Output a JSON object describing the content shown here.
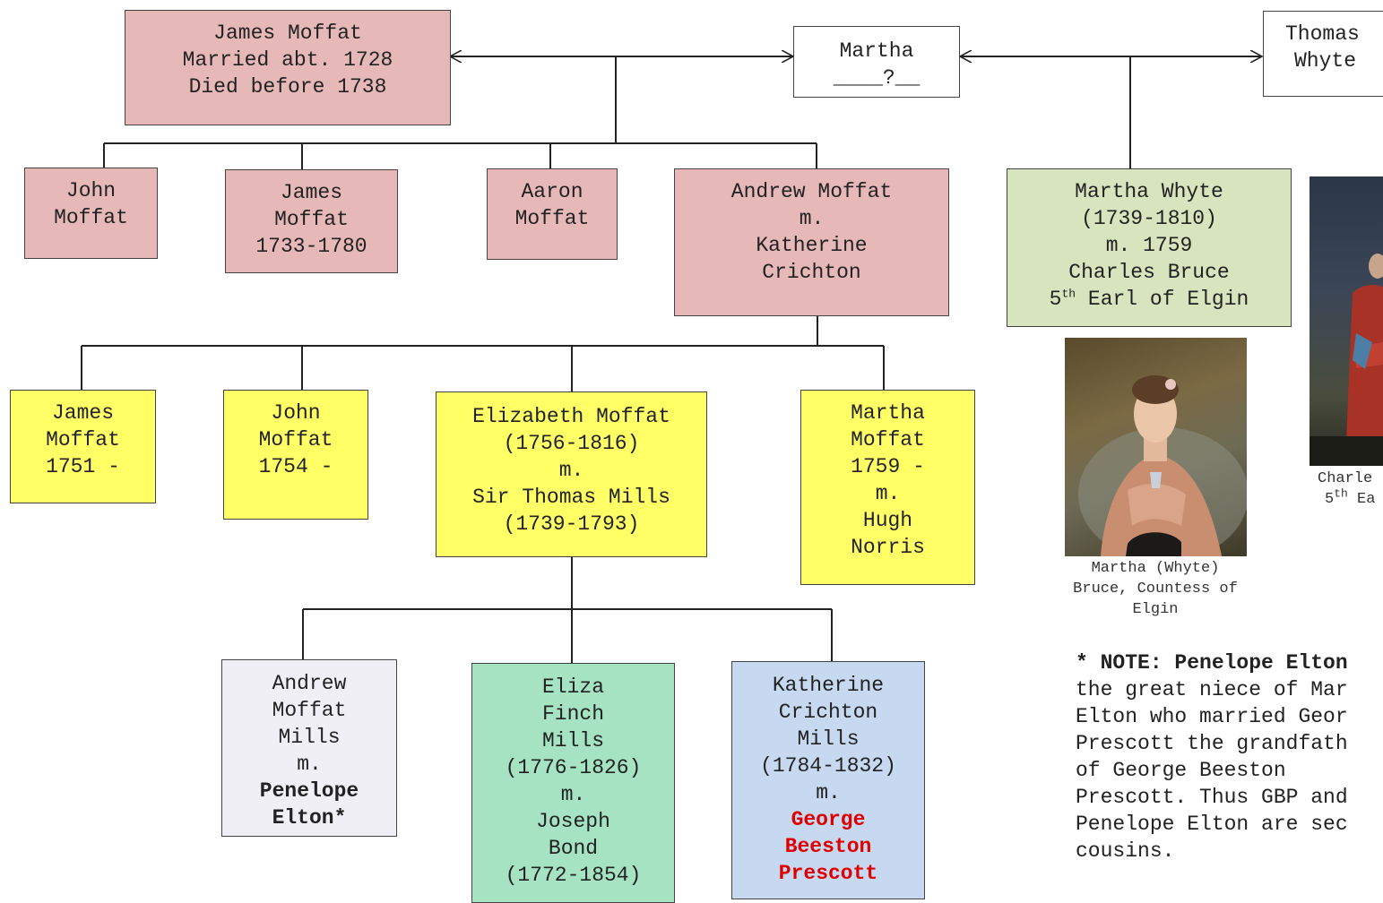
{
  "top": {
    "james_moffat_sr": [
      "James Moffat",
      "Married abt. 1728",
      "Died before 1738"
    ],
    "martha": [
      "Martha",
      "____?__"
    ],
    "thomas_whyte": [
      "Thomas",
      "Whyte"
    ]
  },
  "gen2": {
    "john_moffat": [
      "John",
      "Moffat"
    ],
    "james_moffat": [
      "James",
      "Moffat",
      "1733-1780"
    ],
    "aaron_moffat": [
      "Aaron",
      "Moffat"
    ],
    "andrew_moffat": [
      "Andrew Moffat",
      "m.",
      "Katherine",
      "Crichton"
    ],
    "martha_whyte": {
      "lines": [
        "Martha Whyte",
        "(1739-1810)",
        "m. 1759",
        "Charles Bruce"
      ],
      "earl_ordinal": "5",
      "earl_suffix": "th",
      "earl_title": " Earl of Elgin"
    }
  },
  "gen3": {
    "james_moffat": [
      "James",
      "Moffat",
      "1751 -"
    ],
    "john_moffat": [
      "John",
      "Moffat",
      "1754 -"
    ],
    "elizabeth_moffat": [
      "Elizabeth Moffat",
      "(1756-1816)",
      "m.",
      "Sir Thomas Mills",
      "(1739-1793)"
    ],
    "martha_moffat": [
      "Martha",
      "Moffat",
      "1759 -",
      "m.",
      "Hugh",
      "Norris"
    ]
  },
  "gen4": {
    "andrew_mills": {
      "lines": [
        "Andrew",
        "Moffat",
        "Mills",
        "m."
      ],
      "spouse": [
        "Penelope",
        "Elton*"
      ]
    },
    "eliza_mills": [
      "Eliza",
      "Finch",
      "Mills",
      "(1776-1826)",
      "m.",
      "Joseph",
      "Bond",
      "(1772-1854)"
    ],
    "katherine_mills": {
      "lines": [
        "Katherine",
        "Crichton",
        "Mills",
        "(1784-1832)",
        "m."
      ],
      "spouse": [
        "George",
        "Beeston",
        "Prescott"
      ]
    }
  },
  "captions": {
    "martha_portrait": [
      "Martha (Whyte)",
      "Bruce, Countess of",
      "Elgin"
    ],
    "charles_portrait": {
      "line1": "Charle",
      "ordinal": "5",
      "suffix": "th",
      "line2": " Ea"
    }
  },
  "note": {
    "bold": "* NOTE: Penelope Elton",
    "lines": [
      "the great niece of Mar",
      "Elton who married Geor",
      "Prescott the grandfath",
      "of George Beeston",
      "Prescott. Thus GBP and",
      "Penelope Elton are sec",
      "cousins."
    ]
  },
  "colors": {
    "gen1_gen2_moffat": "#e6b9b8",
    "gen3": "#ffff66",
    "whyte": "#d7e4bd",
    "andrew_mills": "#f0eff6",
    "eliza_mills": "#a5e3c3",
    "katherine_mills": "#c6d9f1",
    "highlight_red": "#e00000"
  }
}
